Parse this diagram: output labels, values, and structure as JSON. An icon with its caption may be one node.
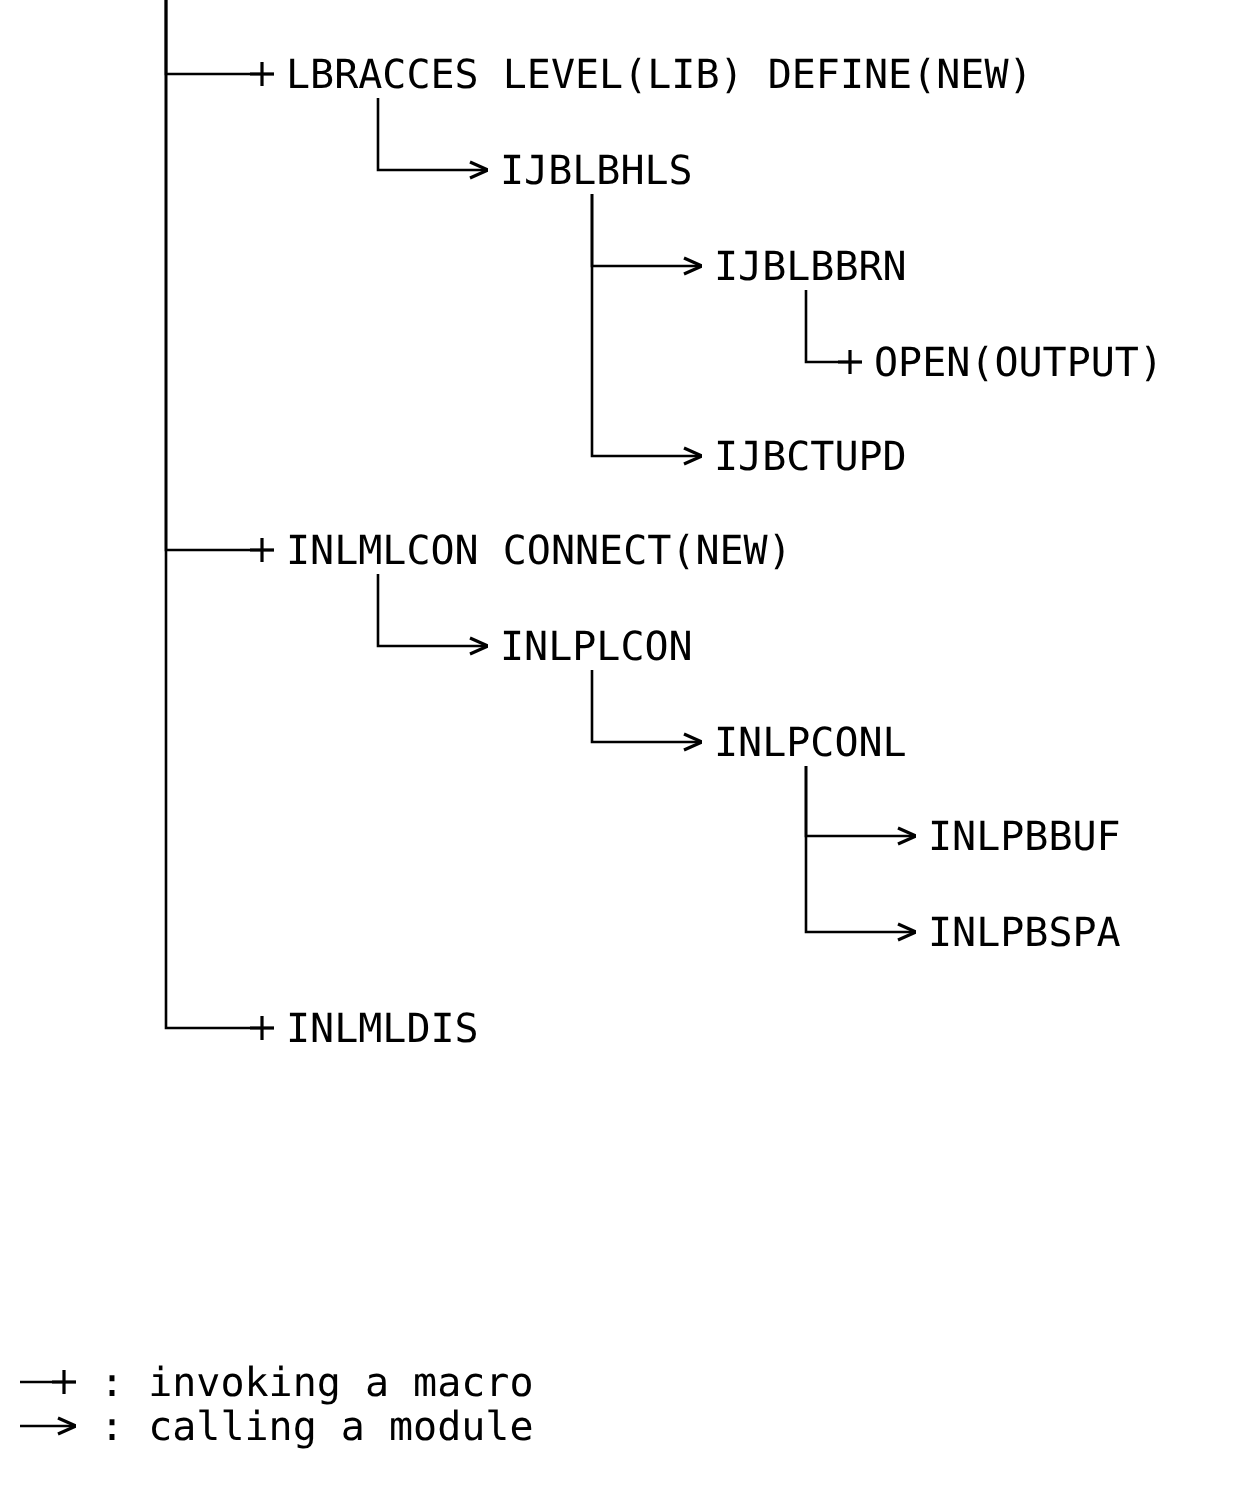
{
  "diagram": {
    "nodes": [
      {
        "text": [
          "LBRACCES LEVEL(LIB) DEFINE(NEW)"
        ]
      },
      {
        "text": [
          "IJBLBHLS"
        ]
      },
      {
        "text": [
          "IJBLBBRN"
        ]
      },
      {
        "text": [
          "OPEN(OUTPUT)"
        ]
      },
      {
        "text": [
          "IJBCTUPD"
        ]
      },
      {
        "text": [
          "INLMLCON CONNECT(NEW)"
        ]
      },
      {
        "text": [
          "INLPLCON"
        ]
      },
      {
        "text": [
          "INLPCONL"
        ]
      },
      {
        "text": [
          "INLPBBUF"
        ]
      },
      {
        "text": [
          "INLPBSPA"
        ]
      },
      {
        "text": [
          "INLMLDIS"
        ]
      }
    ],
    "edges": [
      {
        "from": null,
        "to": 0,
        "arrow": "other"
      },
      {
        "from": 0,
        "to": 1,
        "arrow": "to"
      },
      {
        "from": 1,
        "to": 2,
        "arrow": "to"
      },
      {
        "from": 2,
        "to": 3,
        "arrow": "other"
      },
      {
        "from": 1,
        "to": 4,
        "arrow": "to"
      },
      {
        "from": null,
        "to": 5,
        "arrow": "other"
      },
      {
        "from": 5,
        "to": 6,
        "arrow": "to"
      },
      {
        "from": 6,
        "to": 7,
        "arrow": "to"
      },
      {
        "from": 7,
        "to": 8,
        "arrow": "to"
      },
      {
        "from": 7,
        "to": 9,
        "arrow": "to"
      },
      {
        "from": null,
        "to": 10,
        "arrow": "other"
      }
    ],
    "legend": [
      {
        "text": ": invoking a macro"
      },
      {
        "text": ": calling a module"
      }
    ]
  }
}
